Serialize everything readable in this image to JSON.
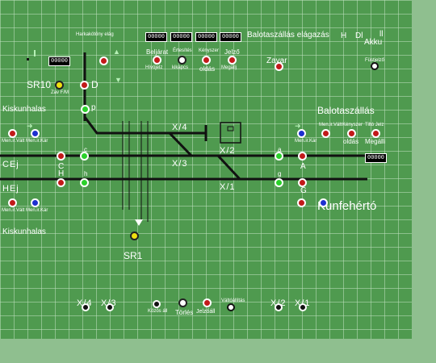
{
  "header": {
    "location": "Balotaszállás elágazás",
    "counters": [
      "00000",
      "00000",
      "00000",
      "00000"
    ],
    "h_label": "H",
    "dl_label": "Dl",
    "ll_label": "ll",
    "akku_label": "Akku",
    "harkakotony_label": "Harkakötöny elág"
  },
  "top_buttons": {
    "belarat_label": "Beljárat",
    "hivojel_label": "Hívójelz",
    "ertesito_label": "Értesítés",
    "kikapcs_label": "kikapcs",
    "kenyszer_label": "Kényszer",
    "oldas_label": "oldás",
    "jelzo_label": "Jelző",
    "megall_label": "Megállj",
    "zavar_label": "Zavar",
    "fustjelzo_label": "Füstjelző",
    "left_counter": "00000"
  },
  "signals": {
    "sr10_label": "SR10",
    "zav_fm_label": "Zav F/M",
    "d_label": "D",
    "p_label": "p",
    "c_label": "C",
    "c_small": "c",
    "h_label": "H",
    "h_small": "h",
    "a_label": "A",
    "a_small": "a",
    "g_label": "G",
    "g_small": "g",
    "sr1_label": "SR1"
  },
  "stations": {
    "kiskunhalas_top": "Kiskunhalas",
    "kiskunhalas_bottom": "Kiskunhalas",
    "balotaszallas": "Balotaszállás",
    "kunfeherto": "Kunfehértó"
  },
  "tracks": {
    "x4": "X/4",
    "x3": "X/3",
    "x2": "X/2",
    "x1": "X/1",
    "cej": "CEj",
    "hej": "HEj"
  },
  "side_controls": {
    "menir_valt": "Men.ir.Vált",
    "menir_kar": "Men.ir.Kár",
    "right_valt": "Men.ir.Vált",
    "right_kar": "Men.ir.Kár",
    "kenyszer_small": "Kényszer",
    "oldas_right": "oldás",
    "tiltas_jelz": "Tiltó Jelz",
    "megall_right": "Megálli",
    "right_counter": "00000"
  },
  "bottom": {
    "x4": "X/4",
    "x3": "X/3",
    "x2": "X/2",
    "x1": "X/1",
    "kozos_label": "Közös áll",
    "torles_label": "Törlés",
    "jelzo_all_label": "Jelzőáll",
    "valt_label": "Váltóállítás"
  },
  "colors": {
    "board_bg": "#4f9a4f",
    "outer_bg": "#8fbf8f",
    "signal_red": "#c21a1a",
    "signal_blue": "#1d2fd0",
    "signal_green": "#2ad12a"
  }
}
